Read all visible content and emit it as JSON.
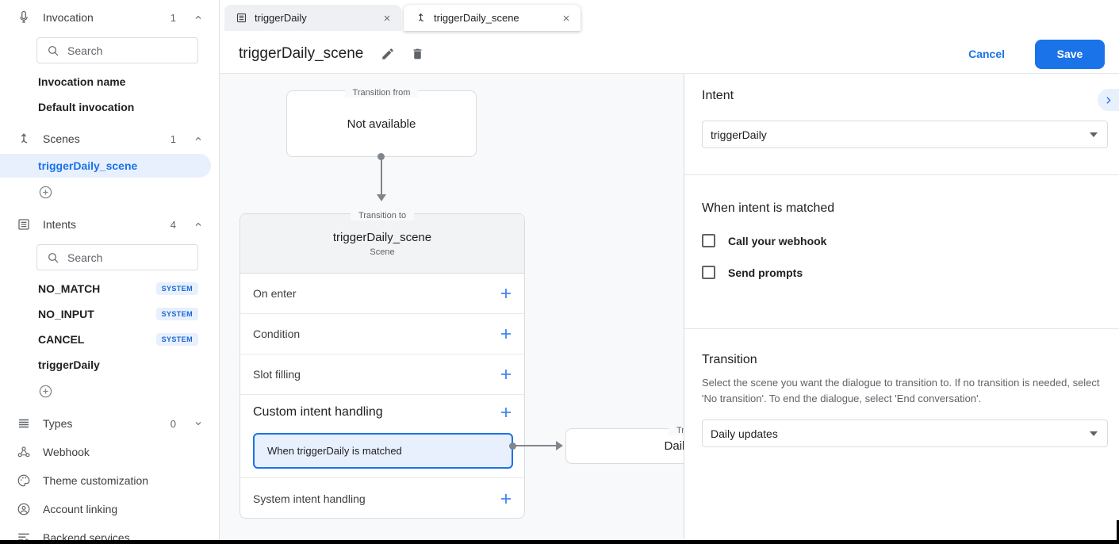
{
  "sidebar": {
    "invocation": {
      "label": "Invocation",
      "count": "1"
    },
    "search_placeholder": "Search",
    "invocation_items": [
      {
        "label": "Invocation name"
      },
      {
        "label": "Default invocation"
      }
    ],
    "scenes": {
      "label": "Scenes",
      "count": "1"
    },
    "scene_items": [
      {
        "label": "triggerDaily_scene"
      }
    ],
    "intents": {
      "label": "Intents",
      "count": "4"
    },
    "intent_items": [
      {
        "label": "NO_MATCH",
        "badge": "SYSTEM"
      },
      {
        "label": "NO_INPUT",
        "badge": "SYSTEM"
      },
      {
        "label": "CANCEL",
        "badge": "SYSTEM"
      },
      {
        "label": "triggerDaily",
        "badge": ""
      }
    ],
    "types": {
      "label": "Types",
      "count": "0"
    },
    "links": [
      {
        "label": "Webhook"
      },
      {
        "label": "Theme customization"
      },
      {
        "label": "Account linking"
      },
      {
        "label": "Backend services"
      }
    ]
  },
  "tabs": [
    {
      "label": "triggerDaily"
    },
    {
      "label": "triggerDaily_scene"
    }
  ],
  "header": {
    "title": "triggerDaily_scene",
    "cancel_label": "Cancel",
    "save_label": "Save"
  },
  "canvas": {
    "transition_from": {
      "legend": "Transition from",
      "title": "Not available"
    },
    "scene_node": {
      "legend": "Transition to",
      "title": "triggerDaily_scene",
      "subtitle": "Scene",
      "rows": [
        {
          "label": "On enter"
        },
        {
          "label": "Condition"
        },
        {
          "label": "Slot filling"
        },
        {
          "label": "Custom intent handling"
        },
        {
          "label": "System intent handling"
        }
      ],
      "matched_item": "When triggerDaily is matched"
    },
    "target_node": {
      "legend": "Transition to",
      "title": "Daily updates"
    }
  },
  "panel": {
    "intent_heading": "Intent",
    "intent_value": "triggerDaily",
    "matched_heading": "When intent is matched",
    "checkboxes": [
      {
        "label": "Call your webhook",
        "checked": false
      },
      {
        "label": "Send prompts",
        "checked": false
      }
    ],
    "transition_heading": "Transition",
    "transition_description": "Select the scene you want the dialogue to transition to. If no transition is needed, select 'No transition'. To end the dialogue, select 'End conversation'.",
    "transition_value": "Daily updates"
  },
  "colors": {
    "accent": "#1a73e8",
    "selected_text": "#1967d2",
    "selection_bg": "#e8f0fe",
    "canvas_bg": "#f8f9fa"
  }
}
